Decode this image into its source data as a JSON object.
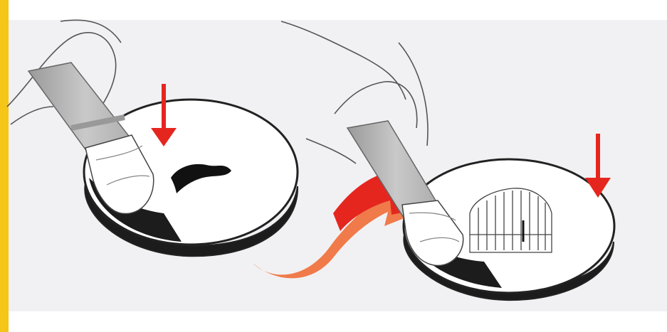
{
  "illustration": {
    "colors": {
      "accent_bar": "#f5c518",
      "panel_background": "#f1f1f3",
      "down_arrow": "#e5261f",
      "curved_arrow_dark": "#e5261f",
      "curved_arrow_light": "#f07a4a",
      "disc_top": "#ffffff",
      "disc_side": "#1c1c1c",
      "finger_gray": "#b9b9b9",
      "outline": "#222222"
    },
    "steps": [
      {
        "icon": "press-finger-on-disc-with-mark"
      },
      {
        "icon": "press-finger-on-disc-with-cage"
      }
    ],
    "transition_icon": "curved-arrow"
  }
}
